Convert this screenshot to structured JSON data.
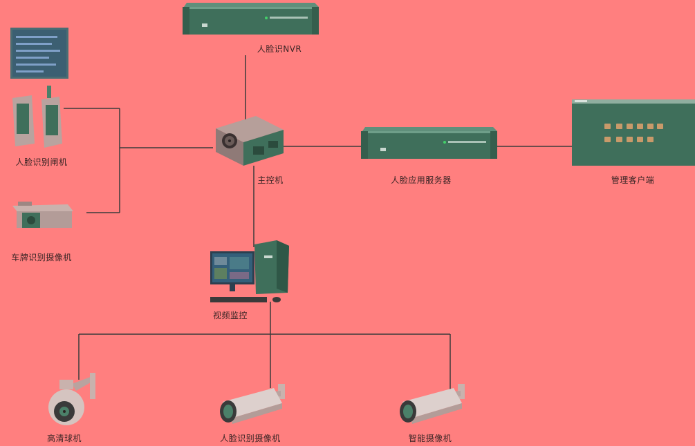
{
  "diagram": {
    "nodes": {
      "face_nvr": {
        "label": "人脸识NVR",
        "icon": "rack-server-icon"
      },
      "main_controller": {
        "label": "主控机",
        "icon": "pc-case-icon"
      },
      "face_app_server": {
        "label": "人脸应用服务器",
        "icon": "rack-server-icon"
      },
      "management_client": {
        "label": "管理客户端",
        "icon": "control-panel-icon"
      },
      "face_gate": {
        "label": "人脸识别闸机",
        "icon": "turnstile-gate-icon"
      },
      "plate_camera": {
        "label": "车牌识别摄像机",
        "icon": "box-camera-icon"
      },
      "video_monitor": {
        "label": "视频监控",
        "icon": "desktop-computer-icon"
      },
      "hd_dome": {
        "label": "高清球机",
        "icon": "dome-camera-icon"
      },
      "face_camera": {
        "label": "人脸识别摄像机",
        "icon": "bullet-camera-icon"
      },
      "smart_camera": {
        "label": "智能摄像机",
        "icon": "bullet-camera-icon"
      }
    },
    "colors": {
      "background": "#ff7f7f",
      "line": "#3b3b3b",
      "device_dark": "#3f6f5b",
      "device_face": "#4b8069",
      "device_light": "#b9a39f",
      "indicator": "#44d06a"
    }
  }
}
